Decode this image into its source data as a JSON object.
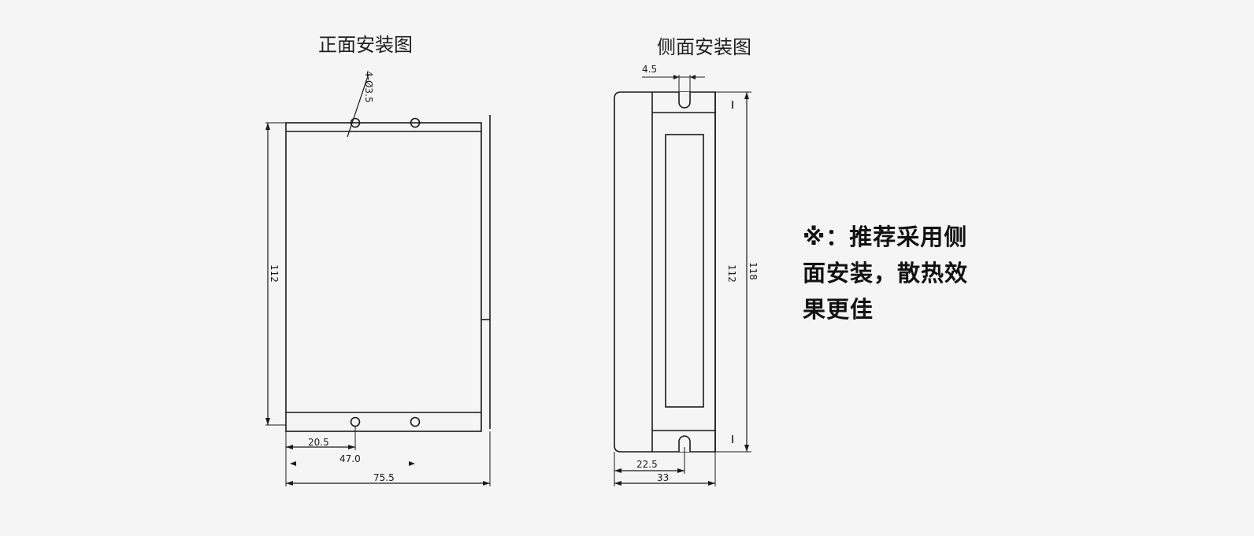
{
  "front_view": {
    "title": "正面安装图",
    "hole_label": "4-Ø3.5",
    "height_label": "112",
    "hole_offset_label": "20.5",
    "hole_pitch_label": "47.0",
    "width_label": "75.5"
  },
  "side_view": {
    "title": "侧面安装图",
    "slot_label": "4.5",
    "inner_height_label": "112",
    "outer_height_label": "118",
    "slot_offset_label": "22.5",
    "depth_label": "33"
  },
  "note": {
    "lines": [
      "※：推荐采用侧",
      "面安装，散热效",
      "果更佳"
    ]
  },
  "colors": {
    "line": "#1a1a1a",
    "background": "#f5f5f5",
    "text": "#111111"
  }
}
